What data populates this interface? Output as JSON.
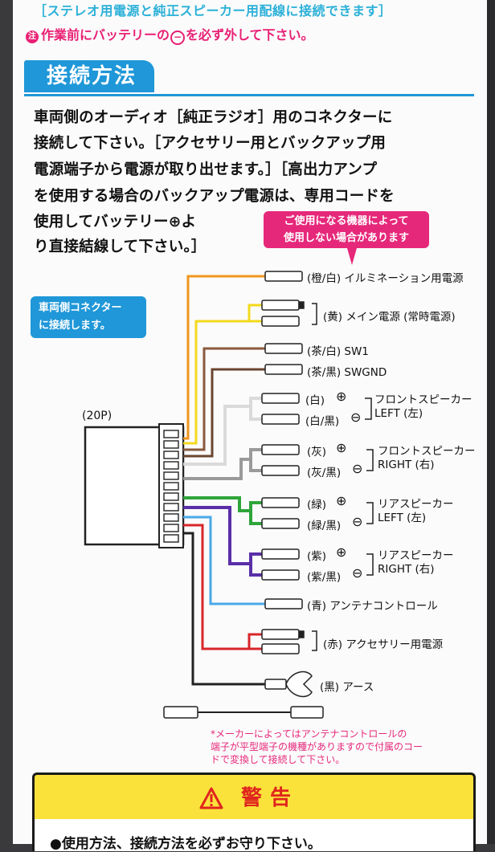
{
  "header": {
    "top_line": "［ステレオ用電源と純正スピーカー用配線に接続できます］",
    "caution_badge": "注",
    "caution_pre": "作業前にバッテリーの",
    "caution_minus": "−",
    "caution_post": "を必ず外して下さい。"
  },
  "section": {
    "title": "接続方法"
  },
  "intro": {
    "lines": [
      "車両側のオーディオ［純正ラジオ］用のコネクターに",
      "接続して下さい。［アクセサリー用とバックアップ用",
      "電源端子から電源が取り出せます。］［高出力アンプ",
      "を使用する場合のバックアップ電源は、専用コードを",
      "使用してバッテリー⊕よ",
      "り直接結線して下さい。］"
    ]
  },
  "tags": {
    "pink_line1": "ご使用になる機器によって",
    "pink_line2": "使用しない場合があります",
    "blue_line1": "車両側コネクター",
    "blue_line2": "に接続します。"
  },
  "connector": {
    "label": "(20P)"
  },
  "wires": [
    {
      "label": "(橙/白) イルミネーション用電源",
      "color": "#f0961e"
    },
    {
      "label": "(黄) メイン電源 (常時電源)",
      "color": "#f3d91c"
    },
    {
      "label": "(茶/白) SW1",
      "color": "#8a5a3c"
    },
    {
      "label": "(茶/黒) SWGND",
      "color": "#6b4530"
    },
    {
      "label": "(白)",
      "color": "#d8d8d8"
    },
    {
      "label": "(白/黒)",
      "color": "#d8d8d8"
    },
    {
      "label": "(灰)",
      "color": "#9a9a9a"
    },
    {
      "label": "(灰/黒)",
      "color": "#9a9a9a"
    },
    {
      "label": "(緑)",
      "color": "#2fa53a"
    },
    {
      "label": "(緑/黒)",
      "color": "#2fa53a"
    },
    {
      "label": "(紫)",
      "color": "#5a2fa8"
    },
    {
      "label": "(紫/黒)",
      "color": "#5a2fa8"
    },
    {
      "label": "(青) アンテナコントロール",
      "color": "#4aa8e8"
    },
    {
      "label": "(赤) アクセサリー用電源",
      "color": "#d8262a"
    },
    {
      "label": "(黒) アース",
      "color": "#222222"
    }
  ],
  "groups": {
    "front_left_1": "フロントスピーカー",
    "front_left_2": "LEFT (左)",
    "front_right_1": "フロントスピーカー",
    "front_right_2": "RIGHT (右)",
    "rear_left_1": "リアスピーカー",
    "rear_left_2": "LEFT (左)",
    "rear_right_1": "リアスピーカー",
    "rear_right_2": "RIGHT (右)",
    "plus": "⊕",
    "minus": "⊖"
  },
  "footnote": {
    "line1": "*メーカーによってはアンテナコントロールの",
    "line2": "端子が平型端子の機種がありますので付属のコー",
    "line3": "ドで変換して接続して下さい。"
  },
  "warning": {
    "icon": "warning-triangle-icon",
    "title": "警告",
    "body": "●使用方法、接続方法を必ずお守り下さい。"
  }
}
